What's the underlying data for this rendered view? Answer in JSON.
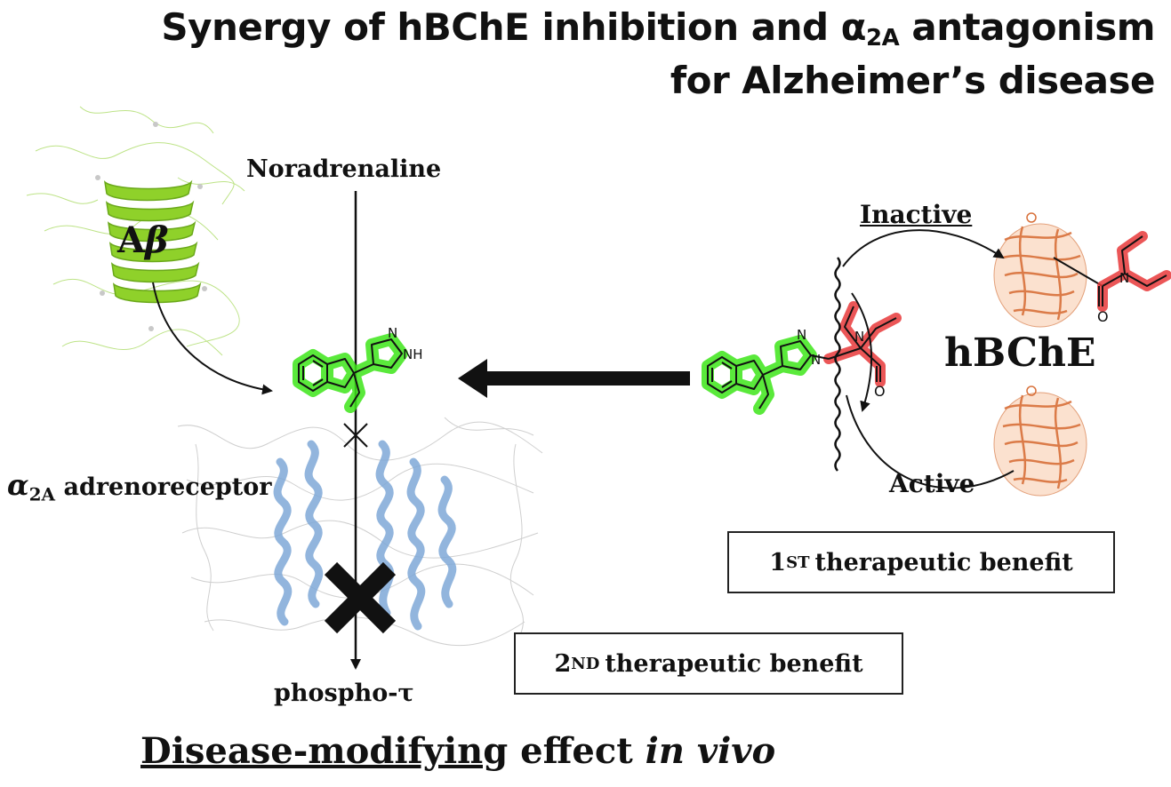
{
  "title": {
    "line1_prefix": "Synergy of hBChE inhibition and ",
    "line1_alpha": "α",
    "line1_sub": "2A",
    "line1_suffix": " antagonism",
    "line2": "for Alzheimer’s disease"
  },
  "labels": {
    "noradrenaline": "Noradrenaline",
    "abeta_a": "A",
    "abeta_beta": "β",
    "receptor_alpha": "α",
    "receptor_sub": "2A",
    "receptor_text": " adrenoreceptor",
    "phospho": "phospho-τ",
    "inactive": "Inactive",
    "active": "Active",
    "hbche": "hBChE"
  },
  "atoms": {
    "n": "N",
    "nh": "NH",
    "o": "O"
  },
  "benefits": {
    "first_number": "1",
    "first_sup": "ST",
    "first_text": "therapeutic benefit",
    "second_number": "2",
    "second_sup": "ND",
    "second_text": "therapeutic benefit"
  },
  "footer": {
    "underlined": "Disease-modifying",
    "middle": " effect ",
    "italic": "in vivo"
  },
  "colors": {
    "ligand_green": "#3ee61a",
    "carbamate_red": "#e8383a",
    "abeta_green": "#8fd12a",
    "receptor_blue": "#7fa9d8",
    "enzyme_orange": "#d8703a",
    "text": "#111111"
  }
}
